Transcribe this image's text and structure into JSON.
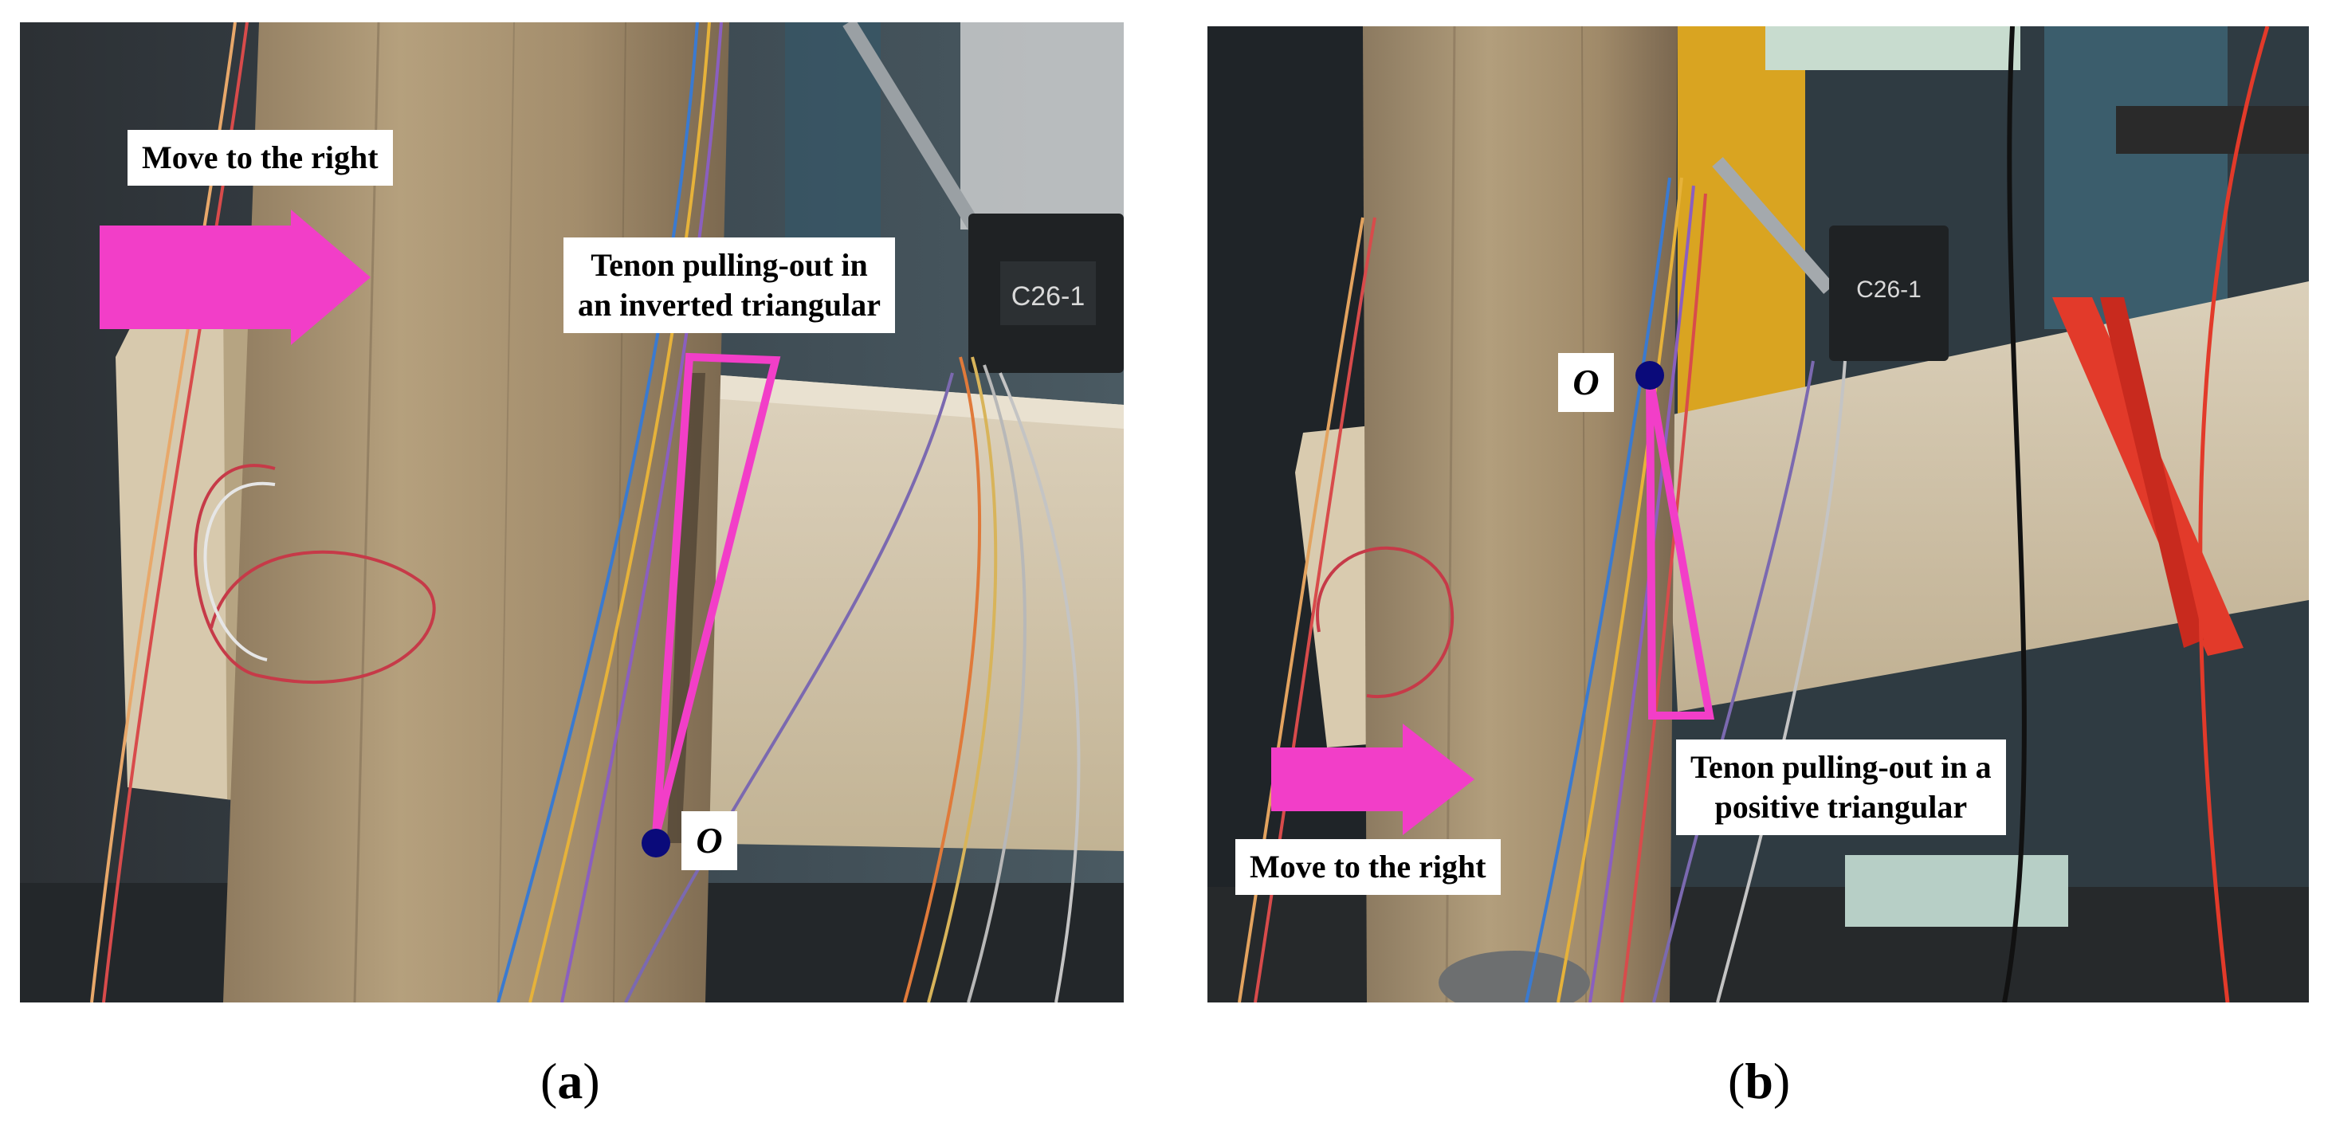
{
  "panel_a": {
    "move_label": "Move to the right",
    "tenon_label_line1": "Tenon pulling-out in",
    "tenon_label_line2": "an inverted triangular",
    "origin_label": "O",
    "meter_text": "C26-1"
  },
  "panel_b": {
    "move_label": "Move to the right",
    "tenon_label_line1": "Tenon pulling-out in a",
    "tenon_label_line2": "positive triangular",
    "origin_label": "O",
    "meter_text": "C26-1"
  },
  "captions": {
    "a_open": "(",
    "a_letter": "a",
    "a_close": ")",
    "b_open": "(",
    "b_letter": "b",
    "b_close": ")"
  },
  "colors": {
    "annotation_magenta": "#f23ec8",
    "origin_dot": "#0a0a7a",
    "wood_light": "#c9b89a",
    "wood_dark": "#9c8666"
  }
}
